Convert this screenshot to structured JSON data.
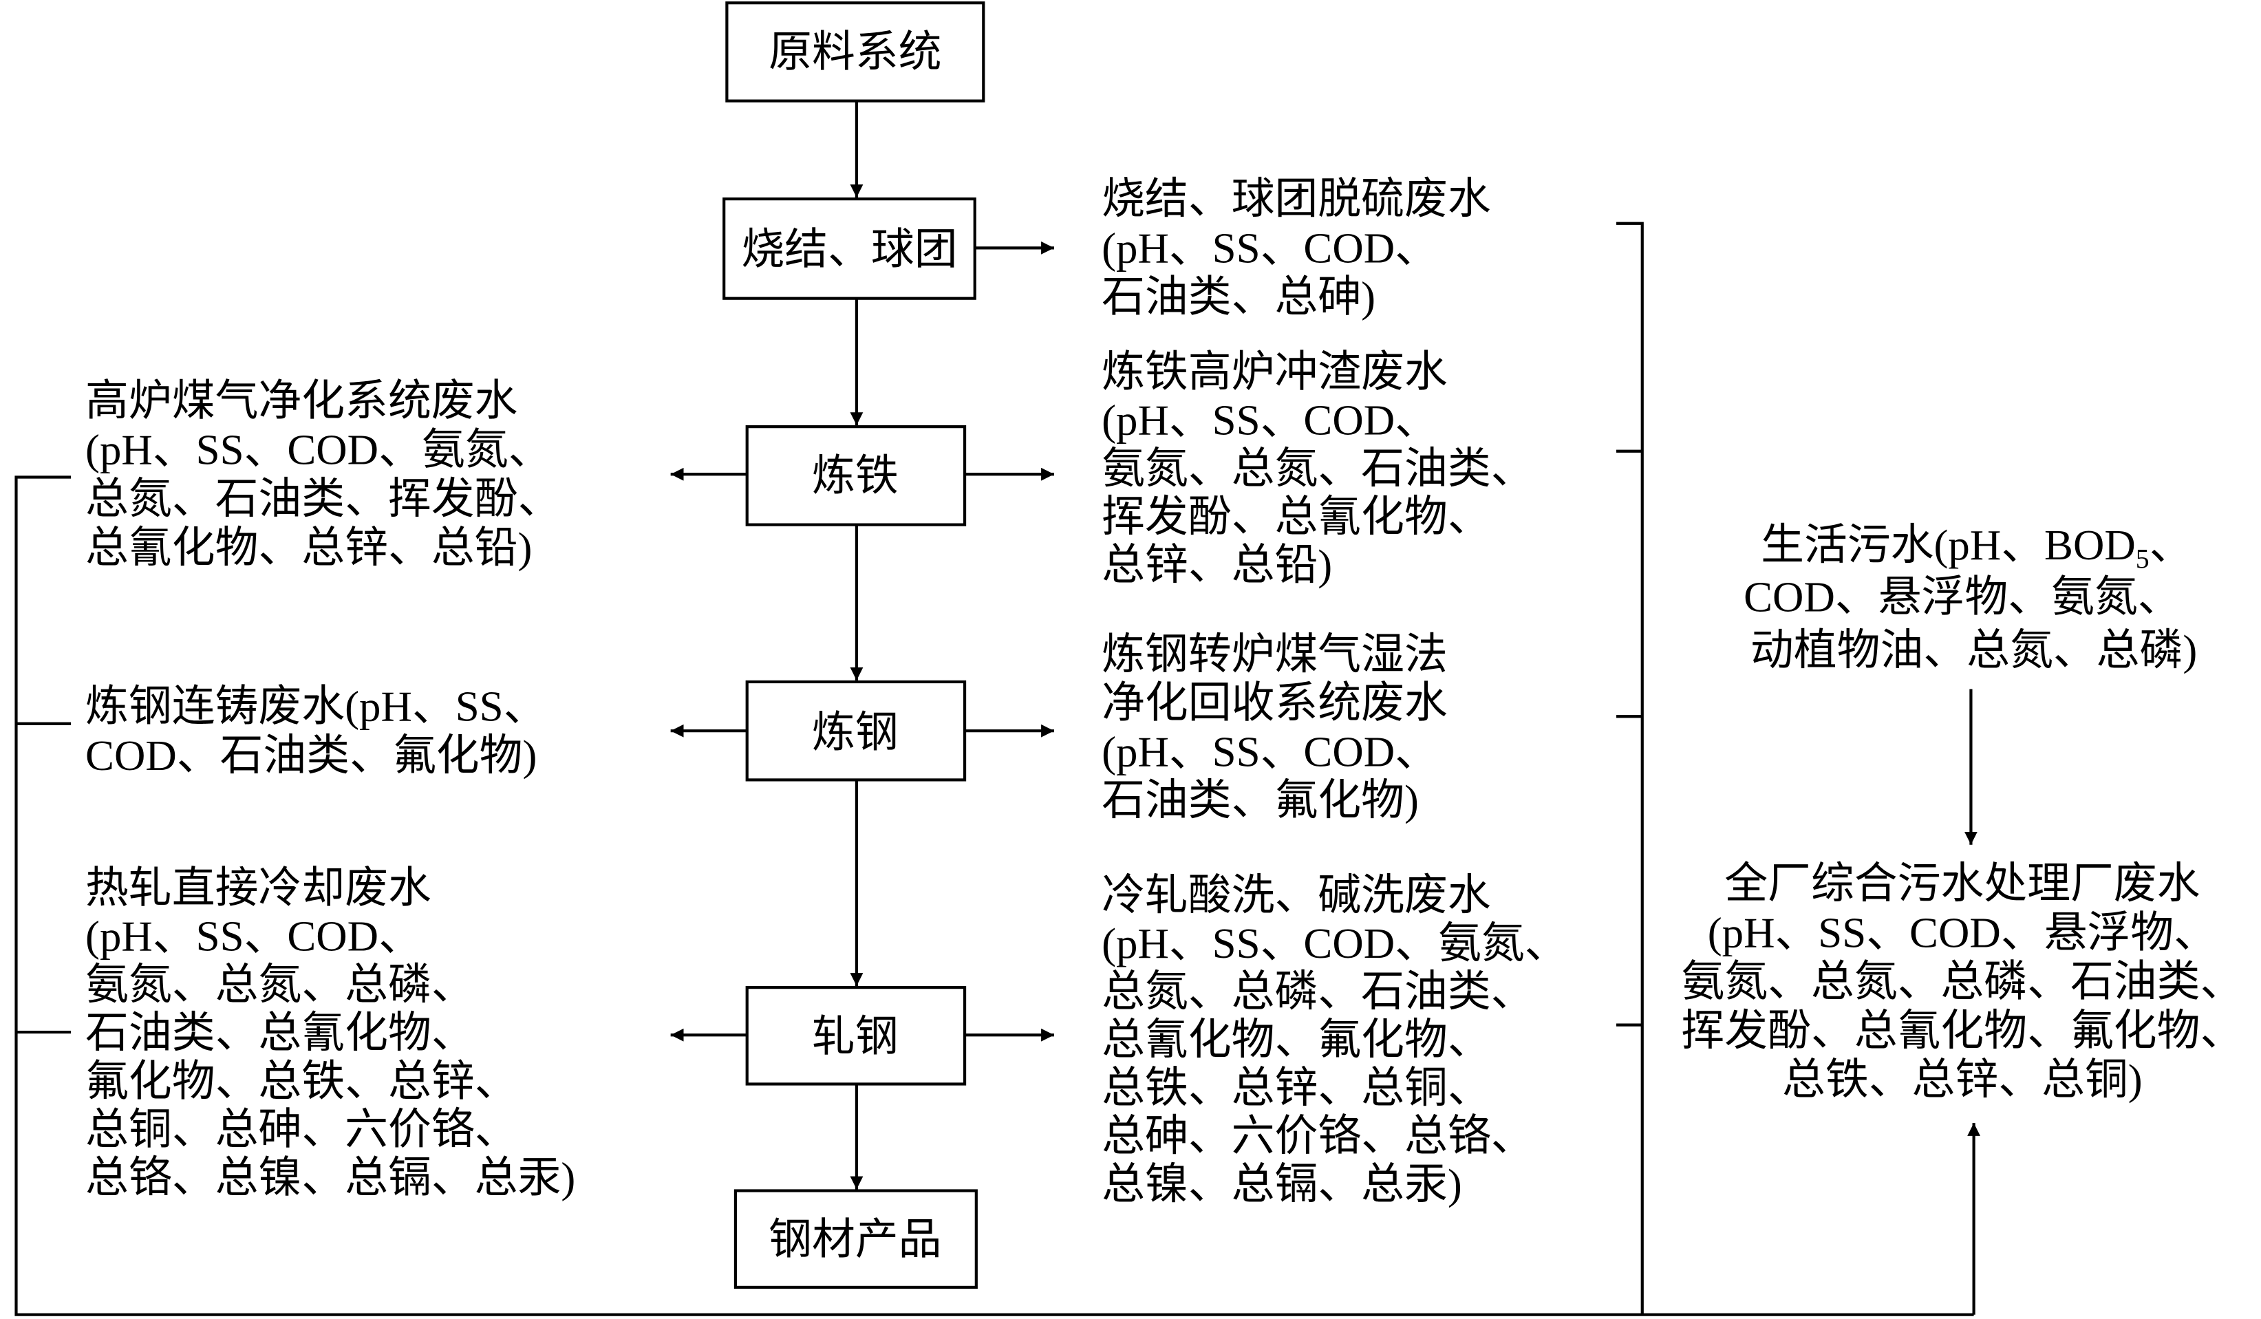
{
  "process_boxes": {
    "raw": "原料系统",
    "sinter": "烧结、球团",
    "iron": "炼铁",
    "steel": "炼钢",
    "rolling": "轧钢",
    "product": "钢材产品"
  },
  "left_labels": {
    "blast_gas": [
      "高炉煤气净化系统废水",
      "(pH、SS、COD、氨氮、",
      "总氮、石油类、挥发酚、",
      "总氰化物、总锌、总铅)"
    ],
    "casting": [
      "炼钢连铸废水(pH、SS、",
      "COD、石油类、氟化物)"
    ],
    "hot_rolling": [
      "热轧直接冷却废水",
      "(pH、SS、COD、",
      "氨氮、总氮、总磷、",
      "石油类、总氰化物、",
      "氟化物、总铁、总锌、",
      "总铜、总砷、六价铬、",
      "总铬、总镍、总镉、总汞)"
    ]
  },
  "right_labels": {
    "desulfurization": [
      "烧结、球团脱硫废水",
      "(pH、SS、COD、",
      "石油类、总砷)"
    ],
    "slag": [
      "炼铁高炉冲渣废水",
      "(pH、SS、COD、",
      "氨氮、总氮、石油类、",
      "挥发酚、总氰化物、",
      "总锌、总铅)"
    ],
    "converter_gas": [
      "炼钢转炉煤气湿法",
      "净化回收系统废水",
      "(pH、SS、COD、",
      "石油类、氟化物)"
    ],
    "cold_rolling": [
      "冷轧酸洗、碱洗废水",
      "(pH、SS、COD、氨氮、",
      "总氮、总磷、石油类、",
      "总氰化物、氟化物、",
      "总铁、总锌、总铜、",
      "总砷、六价铬、总铬、",
      "总镍、总镉、总汞)"
    ]
  },
  "domestic": {
    "line1_pre": "生活污水(pH、BOD",
    "line1_sub": "5",
    "line1_post": "、",
    "lines": [
      "COD、悬浮物、氨氮、",
      "动植物油、总氮、总磷)"
    ]
  },
  "plant_wastewater": [
    "全厂综合污水处理厂废水",
    "(pH、SS、COD、悬浮物、",
    "氨氮、总氮、总磷、石油类、",
    "挥发酚、总氰化物、氟化物、",
    "总铁、总锌、总铜)"
  ]
}
